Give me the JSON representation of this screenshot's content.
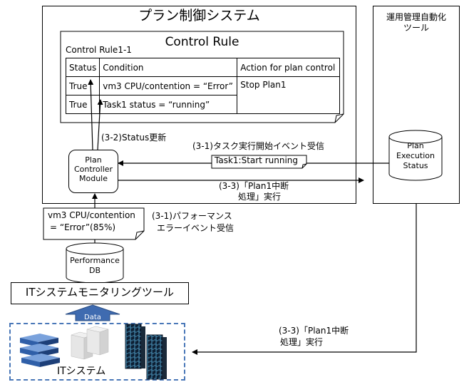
{
  "plan_system": {
    "title": "プラン制御システム"
  },
  "automation_tool": {
    "title_line1": "運用管理自動化",
    "title_line2": "ツール"
  },
  "control_rule": {
    "heading": "Control Rule",
    "rule_id": "Control Rule1-1",
    "columns": [
      "Status",
      "Condition",
      "Action for plan control"
    ],
    "rows": [
      {
        "status": "True",
        "condition": "vm3 CPU/contention = “Error”",
        "action": "Stop Plan1"
      },
      {
        "status": "True",
        "condition": "Task1 status = “running”",
        "action": ""
      }
    ]
  },
  "plan_controller": {
    "line1": "Plan",
    "line2": "Controller",
    "line3": "Module"
  },
  "plan_execution_status": {
    "line1": "Plan",
    "line2": "Execution",
    "line3": "Status"
  },
  "performance_db": {
    "line1": "Performance",
    "line2": "DB"
  },
  "monitoring_tool": {
    "title": "ITシステムモニタリングツール"
  },
  "it_system": {
    "label": "ITシステム"
  },
  "data_arrow": {
    "label": "Data"
  },
  "labels": {
    "status_update": "(3-2)Status更新",
    "task_event": "(3-1)タスク実行開始イベント受信",
    "task_note": "Task1:Start running",
    "stop_exec_line1": "(3-3)「Plan1中断",
    "stop_exec_line2": "処理」実行",
    "perf_note_line1": "vm3 CPU/contention",
    "perf_note_line2": "= “Error”(85%)",
    "perf_event_line1": "(3-1)パフォーマンス",
    "perf_event_line2": "エラーイベント受信",
    "it_exec_line1": "(3-3)「Plan1中断",
    "it_exec_line2": "処理」実行"
  },
  "colors": {
    "data_arrow_fill": "#3f6bb0",
    "dash_border": "#4a78b8"
  }
}
